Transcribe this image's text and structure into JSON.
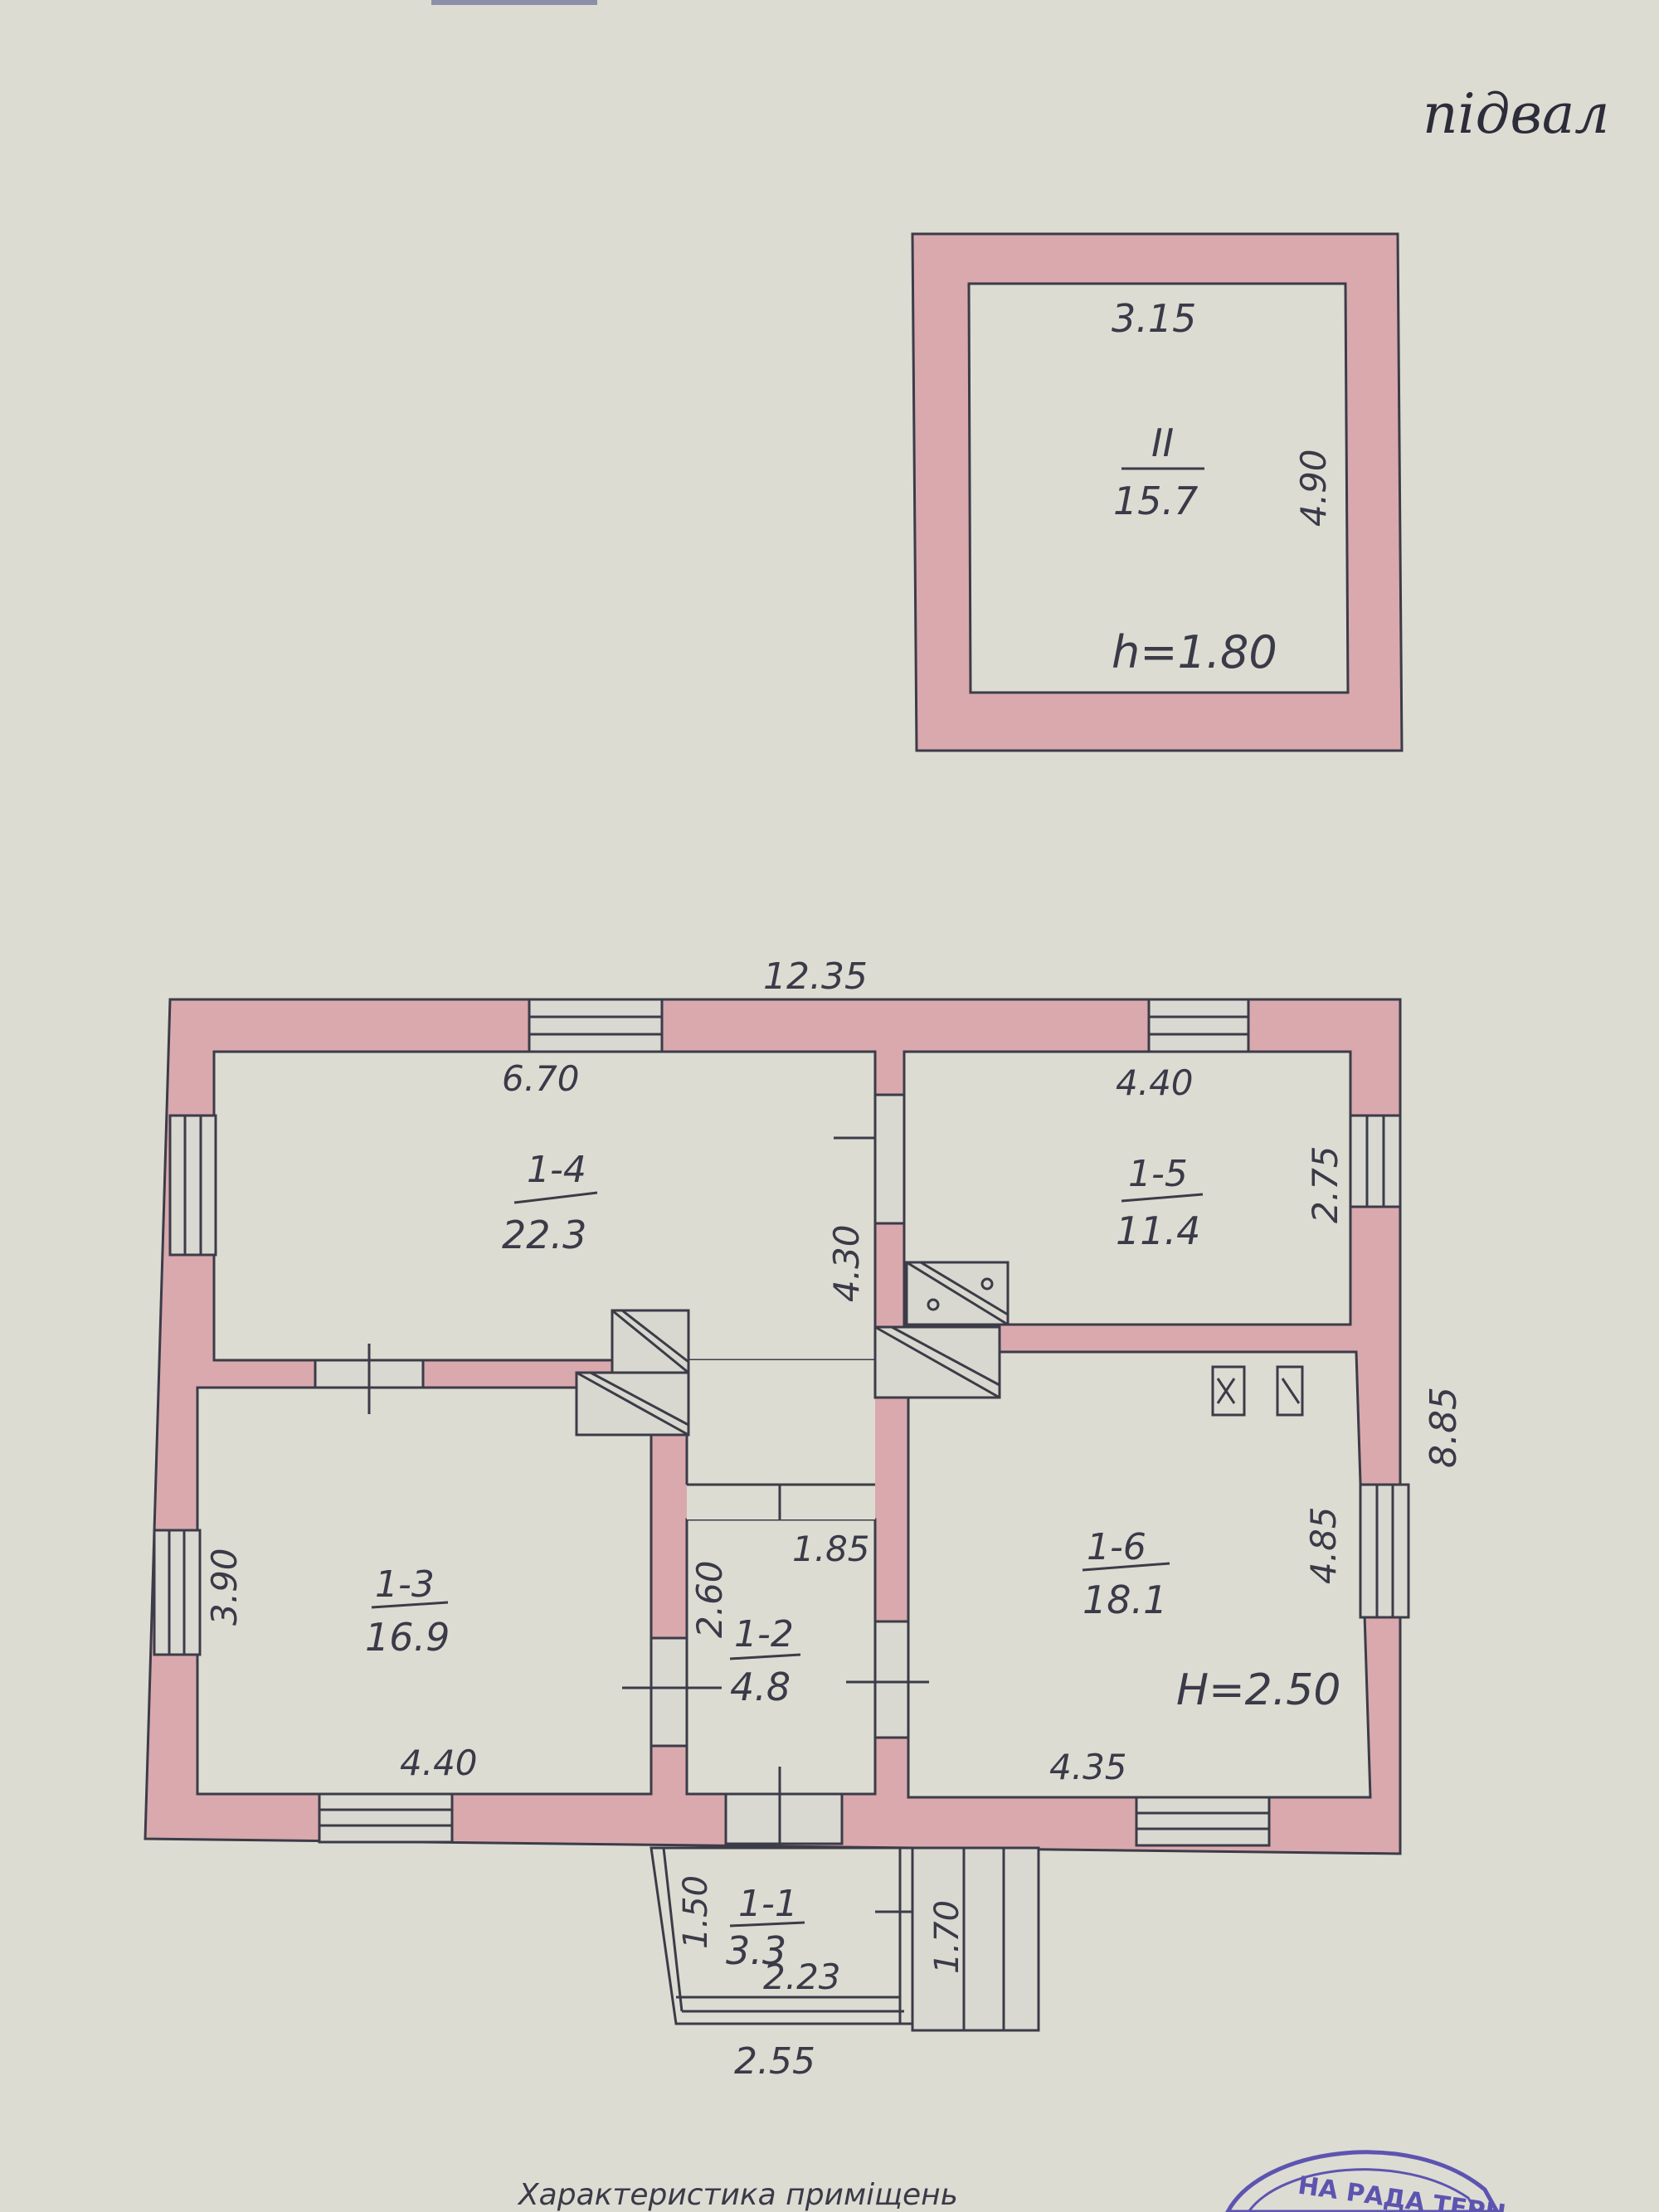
{
  "colors": {
    "paper": "#dcdcd3",
    "wall_fill": "#d9a9ae",
    "wall_line": "#3c3c48",
    "pencil": "#3a3a48",
    "red_ink": "#c2344a",
    "blue_ink": "#4a3f8c",
    "stamp": "#5d54b0"
  },
  "header": {
    "floor_label": "підвал"
  },
  "basement": {
    "room_number": "II",
    "area": "15.7",
    "width": "3.15",
    "depth": "4.90",
    "height": "h=1.80"
  },
  "house": {
    "overall_length": "12.35",
    "overall_depth": "8.85",
    "ceiling_height": "H=2.50",
    "rooms": [
      {
        "number": "1-4",
        "area": "22.3"
      },
      {
        "number": "1-5",
        "area": "11.4"
      },
      {
        "number": "1-3",
        "area": "16.9"
      },
      {
        "number": "1-2",
        "area": "4.8"
      },
      {
        "number": "1-6",
        "area": "18.1"
      },
      {
        "number": "1-1",
        "area": "3.3"
      }
    ],
    "dimensions": {
      "room4_width": "6.70",
      "room4_depth": "4.30",
      "room5_width": "4.40",
      "room5_depth": "2.75",
      "room3_depth": "3.90",
      "room3_width": "4.40",
      "room2_depth": "2.60",
      "room2_width": "1.85",
      "room6_depth": "4.85",
      "room6_width": "4.35",
      "porch_depth": "1.50",
      "porch_width": "2.23",
      "porch_side": "1.70",
      "porch_outer": "2.55"
    }
  },
  "footer": {
    "caption": "Характеристика приміщень",
    "stamp_text": "НА РАДА ТЕРН"
  }
}
